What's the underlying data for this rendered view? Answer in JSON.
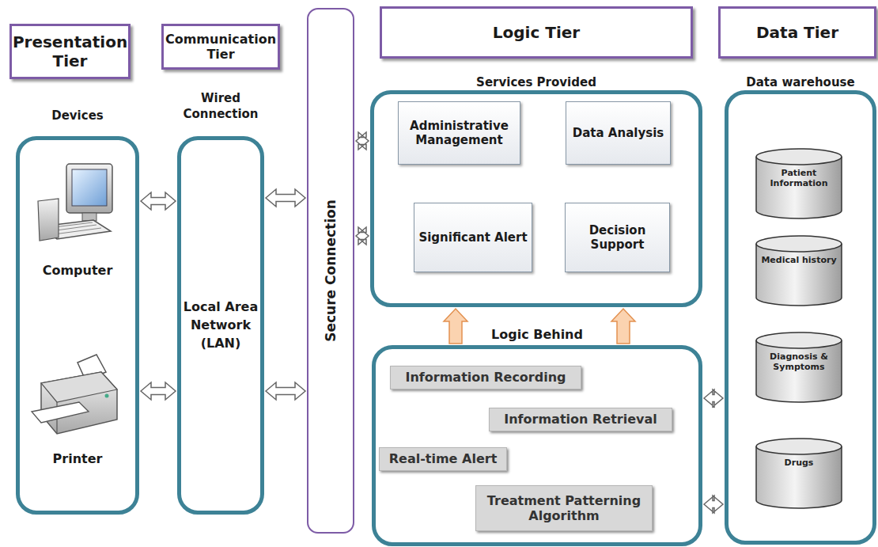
{
  "diagram": {
    "nodes": [
      {
        "text": [
          "Presentation Tier"
        ]
      },
      {
        "text": [
          "Communication Tier"
        ]
      },
      {
        "text": [
          "Logic Tier"
        ]
      },
      {
        "text": [
          "Data Tier"
        ]
      },
      {
        "text": [
          "Devices"
        ]
      },
      {
        "text": [
          "Wired Connection",
          "Local Area Network (LAN)"
        ]
      },
      {
        "text": [
          "Secure Connection"
        ]
      },
      {
        "text": [
          "Services Provided"
        ]
      },
      {
        "text": [
          "Administrative Management"
        ],
        "in": 7
      },
      {
        "text": [
          "Data Analysis"
        ],
        "in": 7
      },
      {
        "text": [
          "Significant Alert"
        ],
        "in": 7
      },
      {
        "text": [
          "Decision Support"
        ],
        "in": 7
      },
      {
        "text": [
          "Logic Behind"
        ]
      },
      {
        "text": [
          "Information Recording"
        ],
        "in": 12
      },
      {
        "text": [
          "Information Retrieval"
        ],
        "in": 12
      },
      {
        "text": [
          "Real-time Alert"
        ],
        "in": 12
      },
      {
        "text": [
          "Treatment Patterning Algorithm"
        ],
        "in": 12
      },
      {
        "text": [
          "Data warehouse"
        ]
      },
      {
        "text": [
          "Patient Information"
        ],
        "in": 17
      },
      {
        "text": [
          "Medical history"
        ],
        "in": 17
      },
      {
        "text": [
          "Diagnosis & Symptoms"
        ],
        "in": 17
      },
      {
        "text": [
          "Drugs"
        ],
        "in": 17
      }
    ],
    "edges": [
      {
        "from": 4,
        "to": 5,
        "arrow": "both"
      },
      {
        "from": 4,
        "to": 5,
        "arrow": "both"
      },
      {
        "from": 5,
        "to": 6,
        "arrow": "both"
      },
      {
        "from": 5,
        "to": 6,
        "arrow": "both"
      },
      {
        "from": 6,
        "to": 7,
        "arrow": "both"
      },
      {
        "from": 6,
        "to": 7,
        "arrow": "both"
      },
      {
        "from": 12,
        "to": 7,
        "arrow": "to"
      },
      {
        "from": 12,
        "to": 7,
        "arrow": "to"
      },
      {
        "from": 12,
        "to": 17,
        "arrow": "both"
      },
      {
        "from": 12,
        "to": 17,
        "arrow": "both"
      }
    ],
    "labels": [
      "Computer",
      "Printer"
    ]
  }
}
